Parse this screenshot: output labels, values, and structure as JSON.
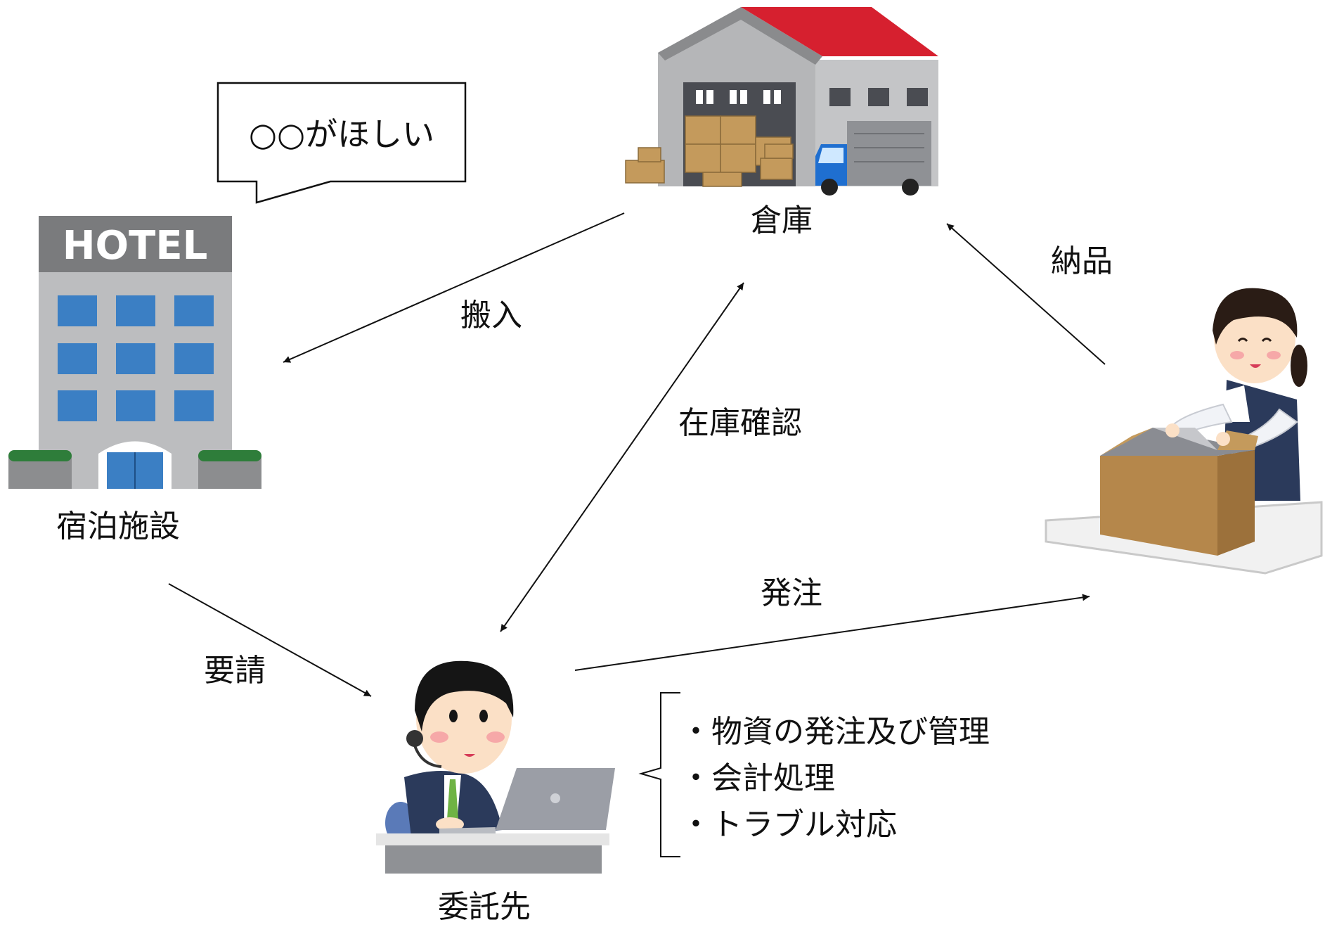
{
  "speech_bubble": {
    "text": "○○がほしい"
  },
  "nodes": {
    "hotel": {
      "label": "宿泊施設",
      "sign": "HOTEL"
    },
    "warehouse": {
      "label": "倉庫"
    },
    "contractor": {
      "label": "委託先"
    },
    "supplier": {
      "label": ""
    }
  },
  "edges": {
    "delivery_in": "搬入",
    "delivery_to_warehouse": "納品",
    "stock_check": "在庫確認",
    "request": "要請",
    "order": "発注"
  },
  "contractor_tasks": [
    "・物資の発注及び管理",
    "・会計処理",
    "・トラブル対応"
  ],
  "colors": {
    "roof_red": "#d6202f",
    "building_gray": "#a9aaac",
    "window_blue": "#3b7fc4",
    "box_brown": "#c49a5c",
    "truck_blue": "#1f6fd0",
    "suit_navy": "#2b3a5b",
    "tie_green": "#6fb344"
  }
}
